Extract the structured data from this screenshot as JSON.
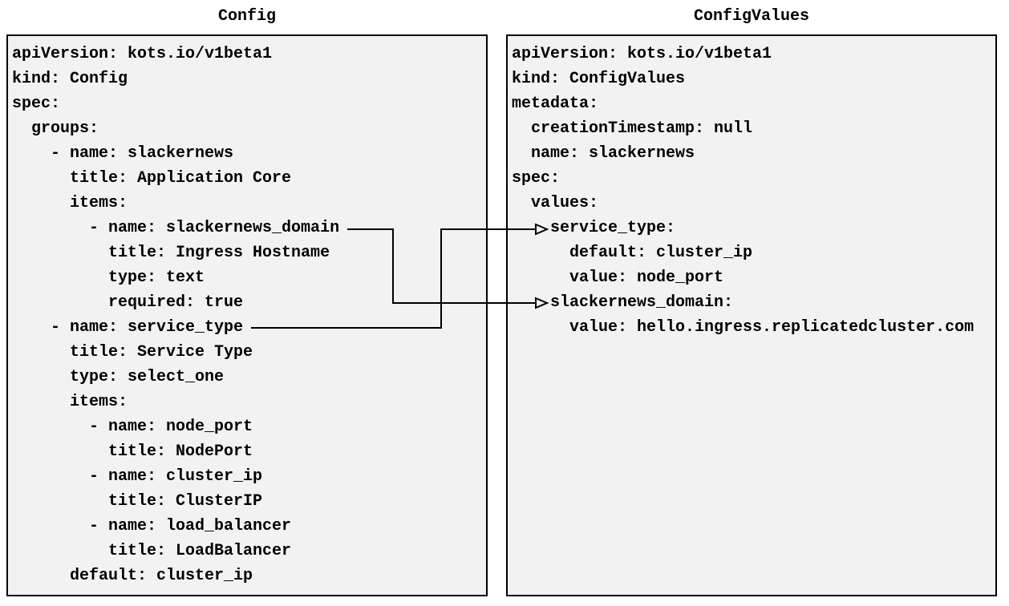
{
  "colors": {
    "page_background": "#ffffff",
    "panel_background": "#f2f2f2",
    "panel_border": "#000000",
    "text": "#000000",
    "arrow": "#000000"
  },
  "panels": [
    {
      "title": "Config",
      "lines": [
        "apiVersion: kots.io/v1beta1",
        "kind: Config",
        "spec:",
        "  groups:",
        "    - name: slackernews",
        "      title: Application Core",
        "      items:",
        "        - name: slackernews_domain",
        "          title: Ingress Hostname",
        "          type: text",
        "          required: true",
        "    - name: service_type",
        "      title: Service Type",
        "      type: select_one",
        "      items:",
        "        - name: node_port",
        "          title: NodePort",
        "        - name: cluster_ip",
        "          title: ClusterIP",
        "        - name: load_balancer",
        "          title: LoadBalancer",
        "      default: cluster_ip"
      ]
    },
    {
      "title": "ConfigValues",
      "lines": [
        "apiVersion: kots.io/v1beta1",
        "kind: ConfigValues",
        "metadata:",
        "  creationTimestamp: null",
        "  name: slackernews",
        "spec:",
        "  values:",
        "    service_type:",
        "      default: cluster_ip",
        "      value: node_port",
        "    slackernews_domain:",
        "      value: hello.ingress.replicatedcluster.com"
      ]
    }
  ],
  "connections": [
    {
      "from_panel": "Config",
      "from_item": "slackernews_domain",
      "to_panel": "ConfigValues",
      "to_item": "slackernews_domain"
    },
    {
      "from_panel": "Config",
      "from_item": "service_type",
      "to_panel": "ConfigValues",
      "to_item": "service_type"
    }
  ]
}
